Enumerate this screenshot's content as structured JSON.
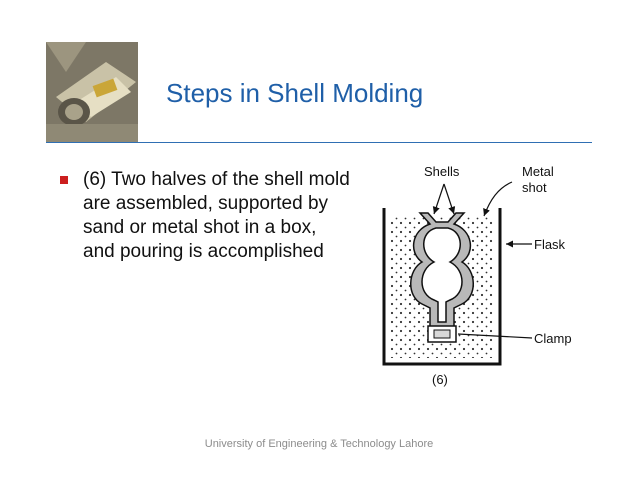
{
  "slide": {
    "title": "Steps in Shell Molding",
    "bullet": "(6) Two halves of the shell mold are assembled, supported by sand or metal shot in a box, and pouring is accomplished",
    "footer": "University of Engineering & Technology Lahore"
  },
  "figure": {
    "labels": {
      "shells": "Shells",
      "metal_shot_1": "Metal",
      "metal_shot_2": "shot",
      "flask": "Flask",
      "clamp": "Clamp",
      "step": "(6)"
    }
  },
  "colors": {
    "title": "#1f5fa8",
    "rule": "#2f6fb3",
    "bullet": "#cc1f1f",
    "footer": "#8c8c8c"
  }
}
